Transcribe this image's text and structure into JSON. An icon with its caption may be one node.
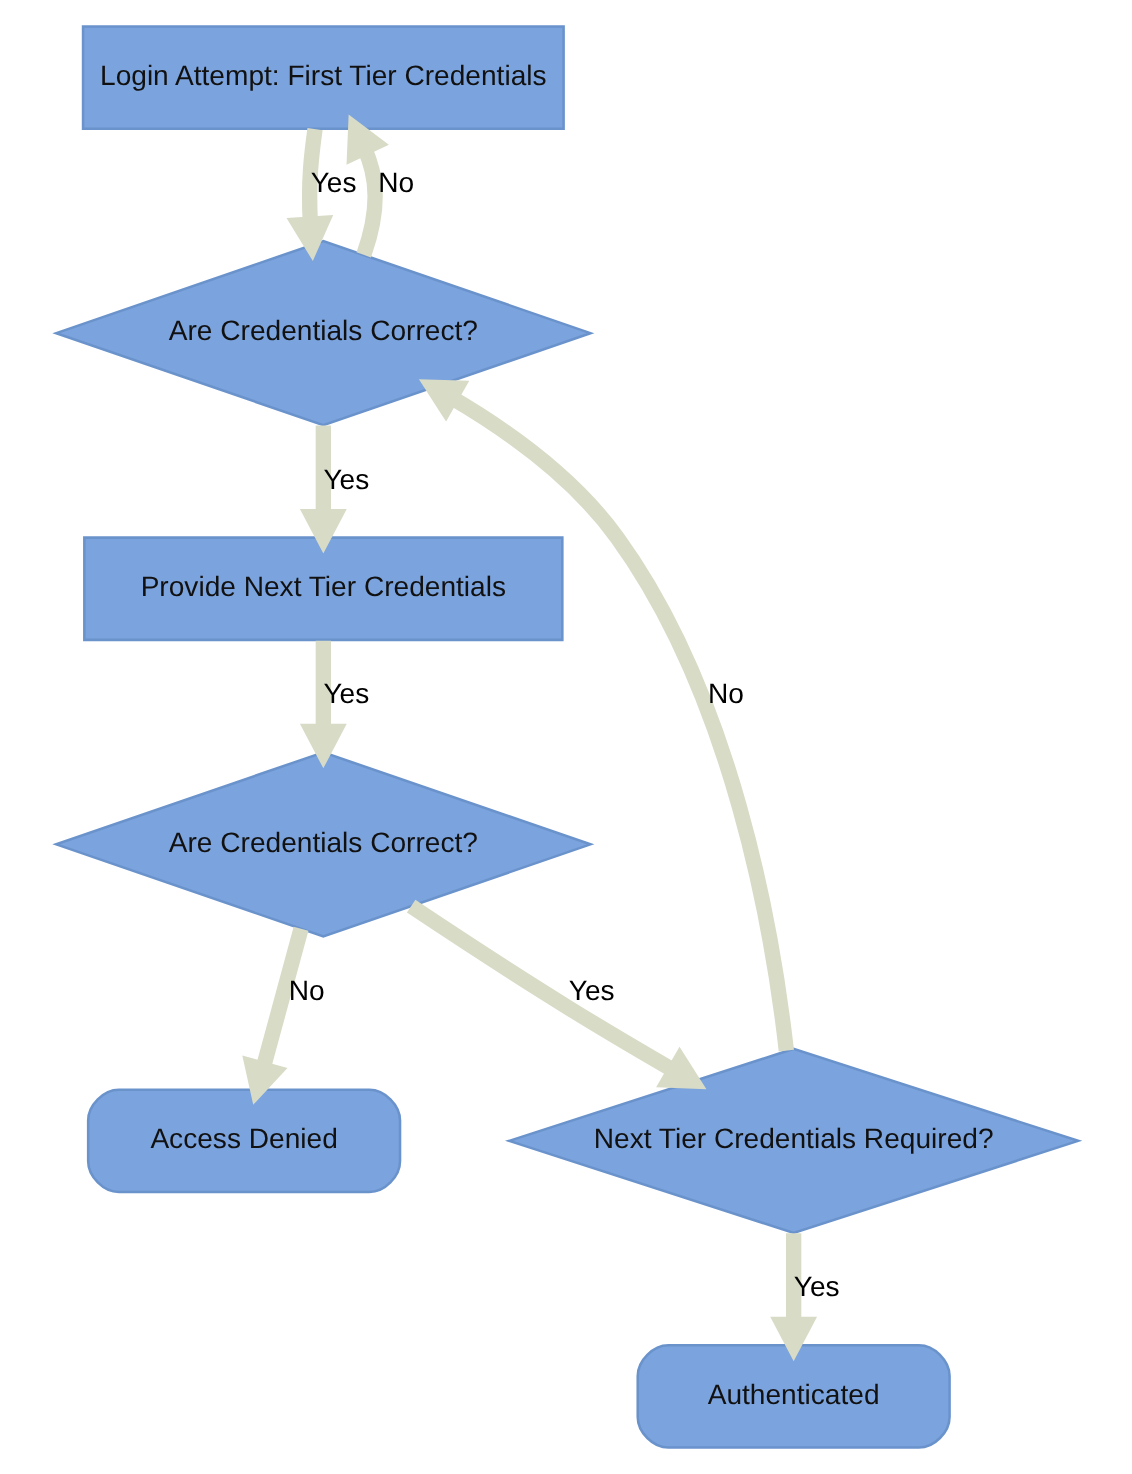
{
  "diagram": {
    "nodes": [
      {
        "text": [
          "Login Attempt: First Tier Credentials"
        ]
      },
      {
        "text": [
          "Are Credentials Correct?"
        ]
      },
      {
        "text": [
          "Provide Next Tier Credentials"
        ]
      },
      {
        "text": [
          "Are Credentials Correct?"
        ]
      },
      {
        "text": [
          "Access Denied"
        ]
      },
      {
        "text": [
          "Next Tier Credentials Required?"
        ]
      },
      {
        "text": [
          "Authenticated"
        ]
      }
    ],
    "edges": [
      {
        "from": 0,
        "to": 1,
        "arrow": "to",
        "label": "Yes"
      },
      {
        "from": 1,
        "to": 0,
        "arrow": "to",
        "label": "No"
      },
      {
        "from": 1,
        "to": 2,
        "arrow": "to",
        "label": "Yes"
      },
      {
        "from": 2,
        "to": 3,
        "arrow": "to",
        "label": "Yes"
      },
      {
        "from": 3,
        "to": 4,
        "arrow": "to",
        "label": "No"
      },
      {
        "from": 3,
        "to": 5,
        "arrow": "to",
        "label": "Yes"
      },
      {
        "from": 5,
        "to": 1,
        "arrow": "to",
        "label": "No"
      },
      {
        "from": 5,
        "to": 6,
        "arrow": "to",
        "label": "Yes"
      }
    ]
  }
}
